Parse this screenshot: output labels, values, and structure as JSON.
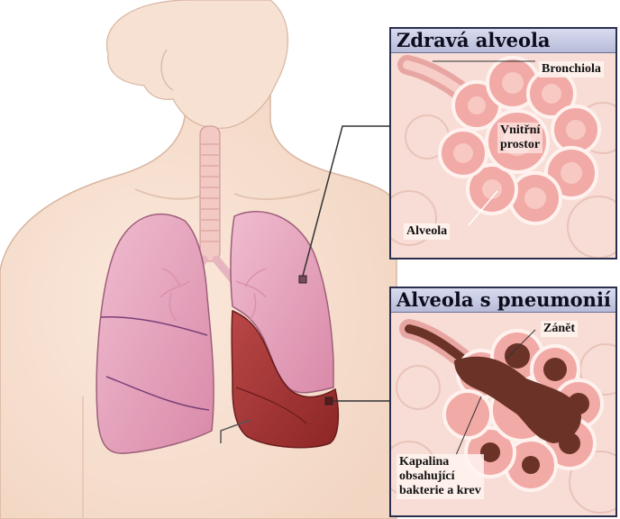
{
  "healthy_panel": {
    "title": "Zdravá alveola",
    "label_bronchiole": "Bronchiola",
    "label_inner_space_line1": "Vnitřní",
    "label_inner_space_line2": "prostor",
    "label_alveolus": "Alveola"
  },
  "pneumonia_panel": {
    "title": "Alveola s pneumonií",
    "label_inflammation": "Zánět",
    "label_fluid_line1": "Kapalina",
    "label_fluid_line2": "obsahující",
    "label_fluid_line3": "bakterie a krev"
  },
  "colors": {
    "healthy_lung": "#e6a4bc",
    "infected_lung": "#a63a3a",
    "alveolus": "#f3b9b5",
    "fluid": "#6b3328",
    "panel_header": "#c7cae3"
  }
}
